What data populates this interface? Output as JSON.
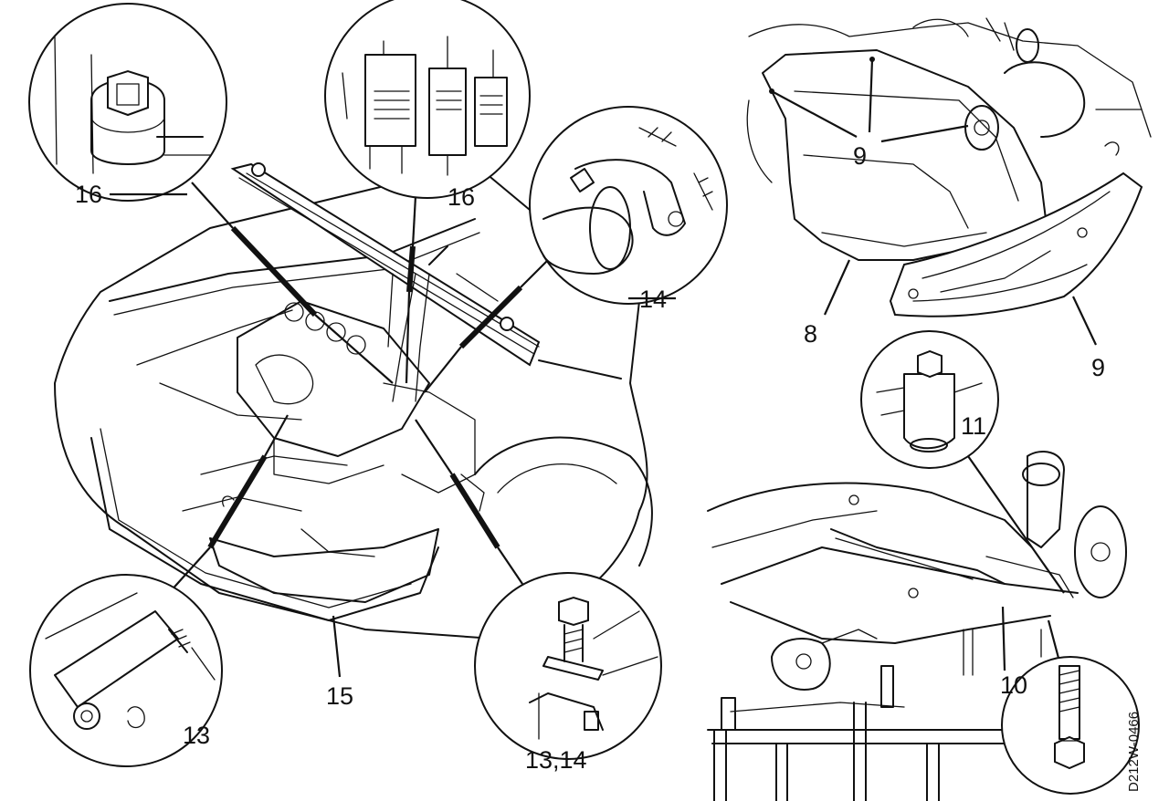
{
  "labels": {
    "callout_16_left": "16",
    "callout_16_top": "16",
    "callout_14": "14",
    "callout_13": "13",
    "callout_13_14": "13,14",
    "callout_15": "15",
    "callout_9_oilpan": "9",
    "callout_9_shield": "9",
    "callout_8": "8",
    "callout_11": "11",
    "callout_10": "10"
  },
  "drawing_code": "D212W-0466"
}
